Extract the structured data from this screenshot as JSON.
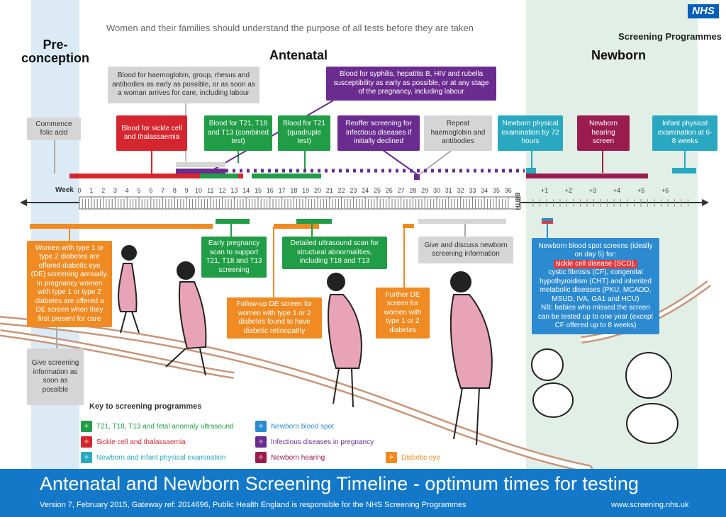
{
  "header": {
    "nhs_logo": "NHS",
    "programmes": "Screening Programmes",
    "intro": "Women and their families should understand the purpose of all tests before they are taken"
  },
  "phases": {
    "preconception": "Pre-\nconception",
    "antenatal": "Antenatal",
    "newborn": "Newborn"
  },
  "timeline": {
    "week_label": "Week",
    "birth_label": "BIRTH",
    "weeks": [
      "0",
      "1",
      "2",
      "3",
      "4",
      "5",
      "6",
      "7",
      "8",
      "9",
      "10",
      "11",
      "12",
      "13",
      "14",
      "15",
      "16",
      "17",
      "18",
      "19",
      "20",
      "21",
      "22",
      "23",
      "24",
      "25",
      "26",
      "27",
      "28",
      "29",
      "30",
      "31",
      "32",
      "33",
      "34",
      "35",
      "36"
    ],
    "post_birth": [
      "+1",
      "+2",
      "+3",
      "+4",
      "+5",
      "+6"
    ]
  },
  "boxes_top": {
    "folic": "Commence folic acid",
    "blood_group": "Blood for haemoglobin, group, rhesus and antibodies as early as possible, or as soon as a woman arrives for care, including labour",
    "blood_infect": "Blood for syphilis, hepatitis B, HIV and rubella susceptibility as early as possible, or at any stage of the pregnancy, including labour",
    "sickle": "Blood for sickle cell and thalassaemia",
    "t21_combined": "Blood for T21, T18 and T13 (combined test)",
    "t21_quad": "Blood for T21 (quadruple test)",
    "reoffer": "Reoffer screening for infectious diseases if initially declined",
    "repeat_hb": "Repeat haemoglobin and antibodies",
    "nb_physical": "Newborn physical examination by 72 hours",
    "nb_hearing": "Newborn hearing screen",
    "infant_physical": "Infant physical examination at 6-8 weeks"
  },
  "boxes_bottom": {
    "diabetic_eye": "Women with type 1 or type 2 diabetes are offered diabetic eye (DE) screening annually. In pregnancy women with type 1 or type 2 diabetes are offered a DE screen when they first present for care",
    "give_info": "Give screening information as soon as possible",
    "early_scan": "Early pregnancy scan to support T21, T18 and T13 screening",
    "detailed_scan": "Detailed ultrasound scan for structural abnormalities, including T18 and T13",
    "followup_de": "Follow-up DE screen for women with type 1 or 2 diabetes found to have diabetic retinopathy",
    "further_de": "Further DE screen for women with type 1 or 2 diabetes",
    "discuss_newborn": "Give and discuss newborn screening information",
    "bloodspot_intro": "Newborn blood spot screens (ideally on day 5) for:",
    "bloodspot_scd": "sickle cell disease (SCD),",
    "bloodspot_rest": "cystic fibrosis (CF), congenital hypothyroidism (CHT) and inherited metabolic diseases (PKU, MCADD, MSUD, IVA, GA1 and HCU)",
    "bloodspot_nb": "NB: babies who missed the screen can be tested up to one year (except CF offered up to 8 weeks)"
  },
  "key": {
    "title": "Key to screening programmes",
    "items": [
      {
        "label": "T21, T18, T13 and fetal anomaly ultrasound",
        "color": "#209d46",
        "icon": "ultrasound-icon"
      },
      {
        "label": "Sickle cell and thalassaemia",
        "color": "#d5262f",
        "icon": "sickle-cell-icon"
      },
      {
        "label": "Newborn and infant physical examination",
        "color": "#2aa8c1",
        "icon": "physical-exam-icon"
      },
      {
        "label": "Newborn blood spot",
        "color": "#2c8bd0",
        "icon": "blood-spot-icon"
      },
      {
        "label": "Infectious diseases in pregnancy",
        "color": "#6b2c8f",
        "icon": "infectious-diseases-icon"
      },
      {
        "label": "Newborn hearing",
        "color": "#9b1c4e",
        "icon": "hearing-icon"
      },
      {
        "label": "Diabetic eye",
        "color": "#ef8b22",
        "icon": "diabetic-eye-icon"
      }
    ]
  },
  "footer": {
    "title": "Antenatal and Newborn Screening Timeline - optimum times for testing",
    "subtitle": "Version 7, February 2015, Gateway ref: 2014696, Public Health England is responsible for the NHS Screening Programmes",
    "url": "www.screening.nhs.uk"
  }
}
